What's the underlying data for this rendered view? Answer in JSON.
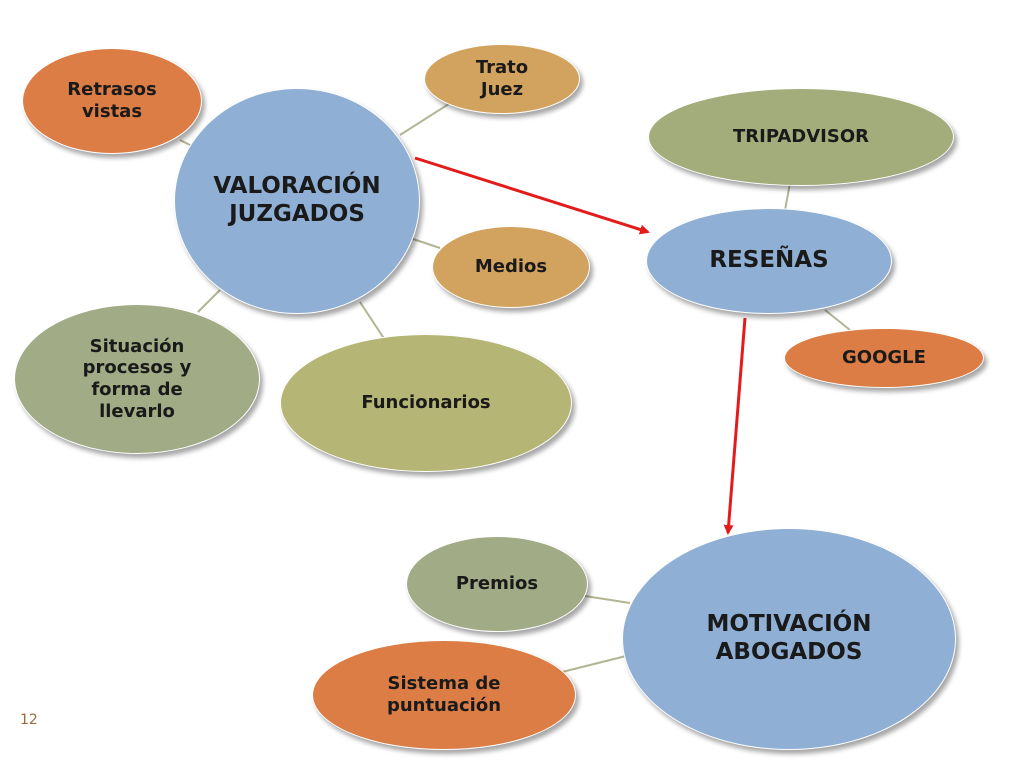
{
  "colors": {
    "blue": "#8fb0d4",
    "orange": "#dc7d46",
    "tan": "#d2a35e",
    "olive": "#a3ad7b",
    "green_gray": "#a1ab85",
    "khaki": "#b5b575",
    "connector": "#b2b494",
    "arrow": "#e41b1b"
  },
  "nodes": {
    "valoracion": "VALORACIÓN\nJUZGADOS",
    "retrasos": "Retrasos\nvistas",
    "trato": "Trato\nJuez",
    "medios": "Medios",
    "situacion": "Situación\nprocesos y\nforma de\nllevarlo",
    "funcionarios": "Funcionarios",
    "resenas": "RESEÑAS",
    "tripadvisor": "TRIPADVISOR",
    "google": "GOOGLE",
    "motivacion": "MOTIVACIÓN\nABOGADOS",
    "premios": "Premios",
    "sistema": "Sistema de\npuntuación"
  },
  "page_number": "12"
}
